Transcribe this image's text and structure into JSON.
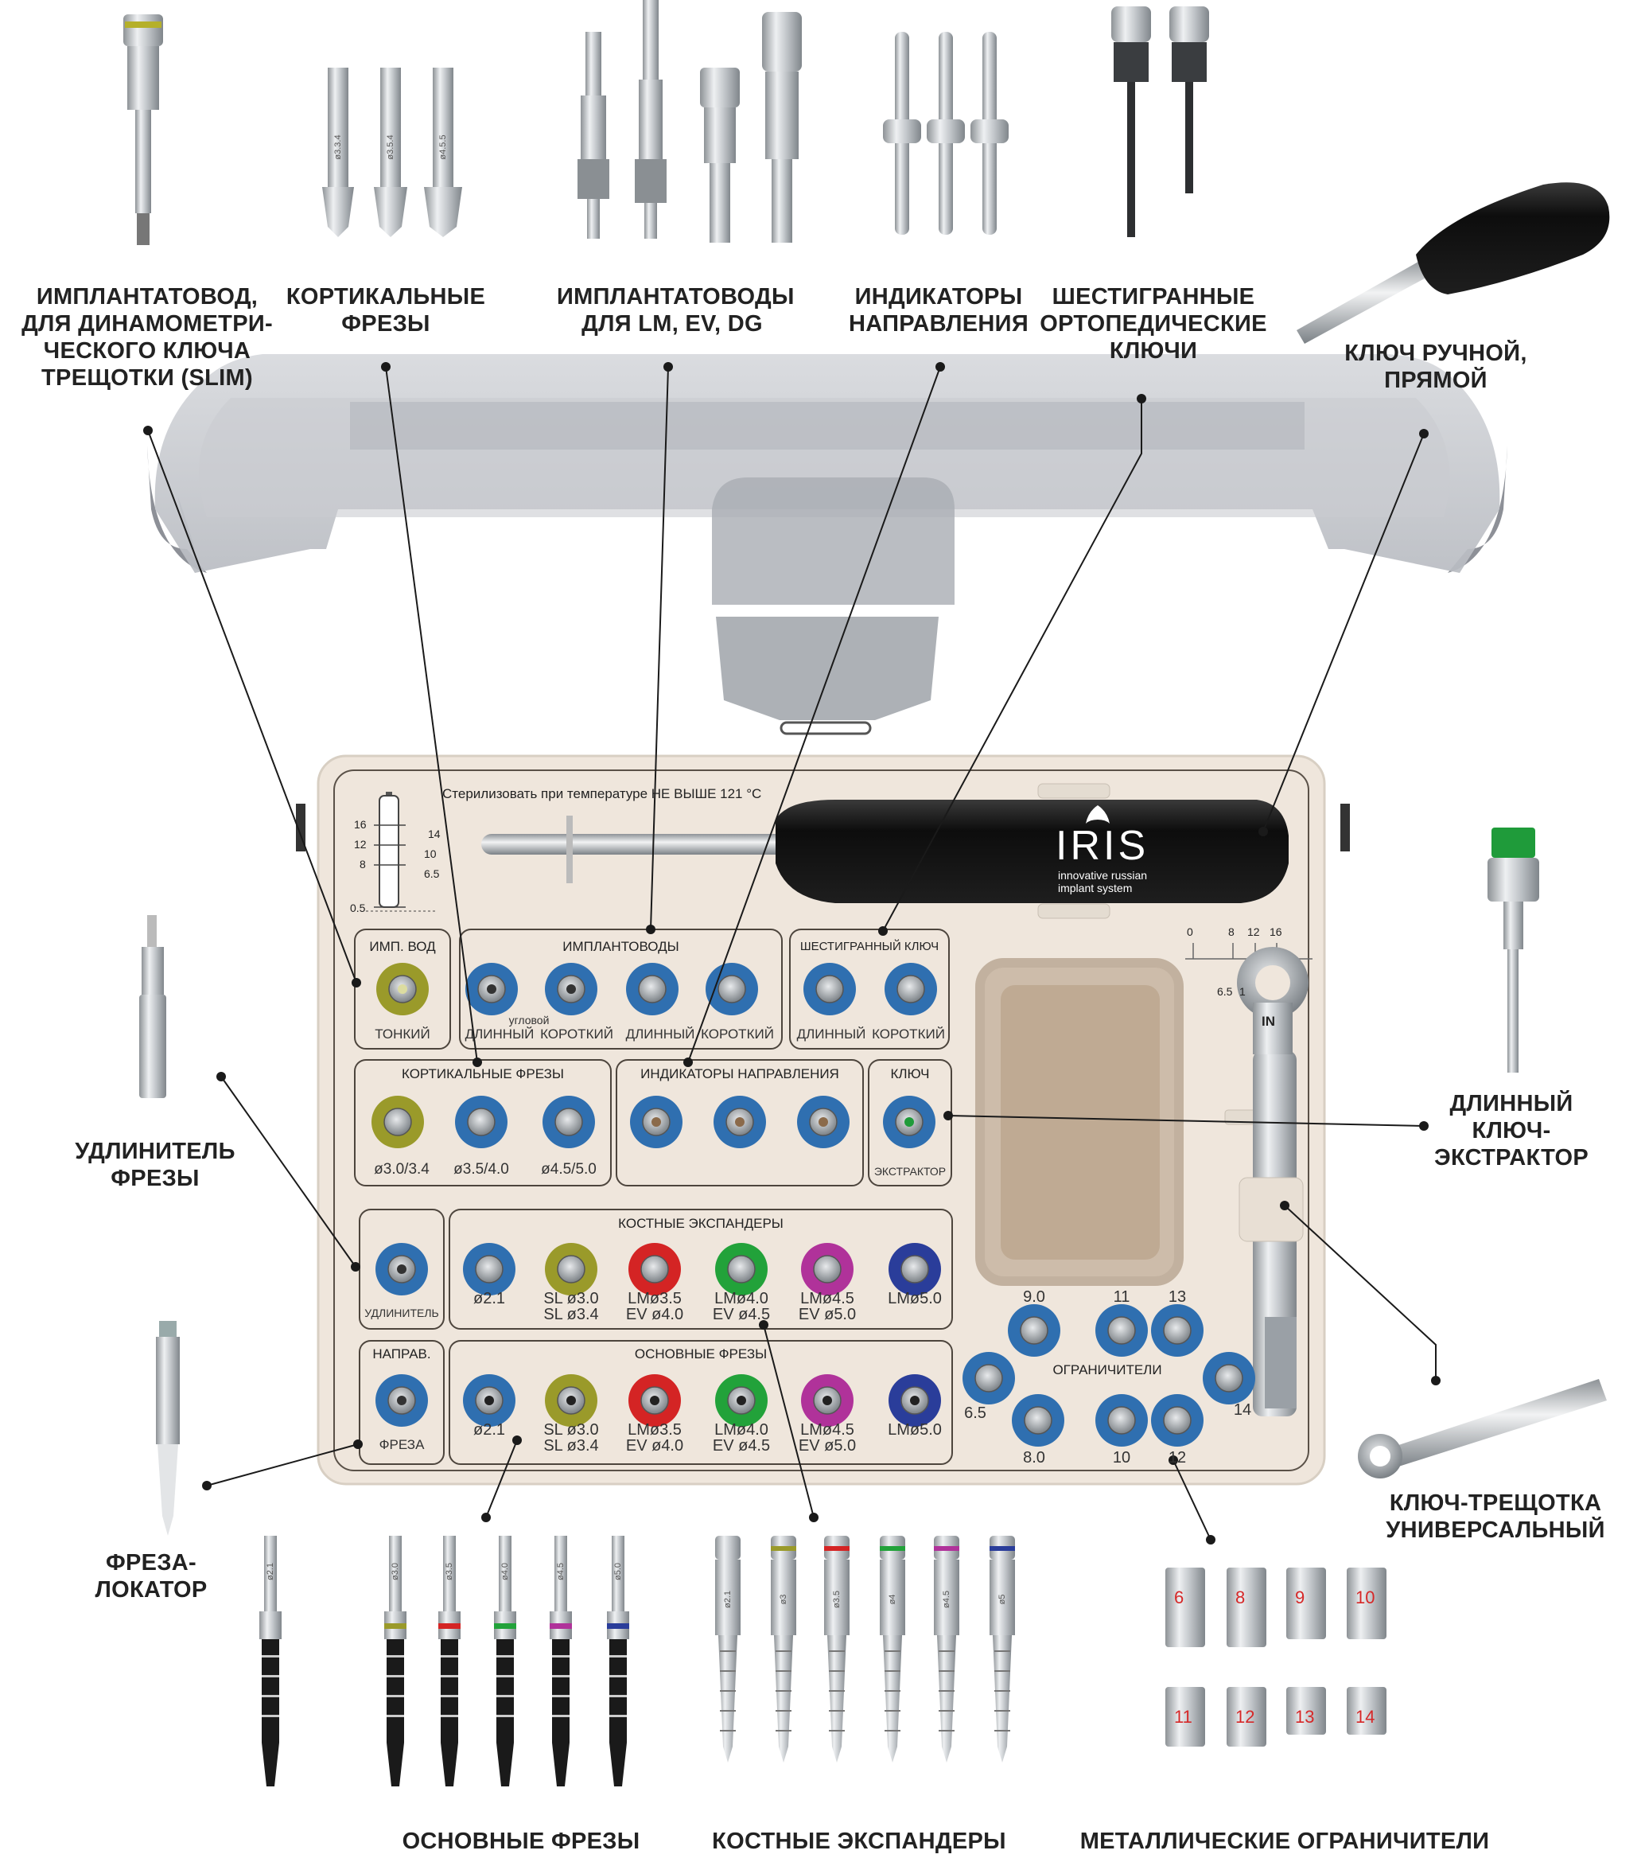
{
  "callouts": {
    "impl_slim": [
      "ИМПЛАНТАТОВОД,",
      "ДЛЯ ДИНАМОМЕТРИ-",
      "ЧЕСКОГО КЛЮЧА",
      "ТРЕЩОТКИ (SLIM)"
    ],
    "cortical": [
      "КОРТИКАЛЬНЫЕ",
      "ФРЕЗЫ"
    ],
    "impl_lm": [
      "ИМПЛАНТАТОВОДЫ",
      "ДЛЯ LM, EV, DG"
    ],
    "indicators": [
      "ИНДИКАТОРЫ",
      "НАПРАВЛЕНИЯ"
    ],
    "hex_keys": [
      "ШЕСТИГРАННЫЕ",
      "ОРТОПЕДИЧЕСКИЕ",
      "КЛЮЧИ"
    ],
    "hand_key": [
      "КЛЮЧ РУЧНОЙ,",
      "ПРЯМОЙ"
    ],
    "extender": [
      "УДЛИНИТЕЛЬ",
      "ФРЕЗЫ"
    ],
    "extractor": [
      "ДЛИННЫЙ",
      "КЛЮЧ-",
      "ЭКСТРАКТОР"
    ],
    "locator": [
      "ФРЕЗА-",
      "ЛОКАТОР"
    ],
    "ratchet": [
      "КЛЮЧ-ТРЕЩОТКА",
      "УНИВЕРСАЛЬНЫЙ"
    ],
    "main_drills": [
      "ОСНОВНЫЕ ФРЕЗЫ"
    ],
    "bone_expanders": [
      "КОСТНЫЕ ЭКСПАНДЕРЫ"
    ],
    "metal_stops": [
      "МЕТАЛЛИЧЕСКИЕ ОГРАНИЧИТЕЛИ"
    ]
  },
  "tray": {
    "sterilize": "Стерилизовать при температуре НЕ ВЫШЕ 121 °С",
    "brand": "IRIS",
    "tagline1": "innovative russian",
    "tagline2": "implant system",
    "depth_left": [
      "16",
      "12",
      "8",
      "0.5"
    ],
    "depth_right": [
      "14",
      "10",
      "6.5"
    ],
    "ratchet_scale": [
      "0",
      "8",
      "12",
      "16",
      "6.5",
      "1"
    ],
    "ratchet_in": "IN",
    "sections": {
      "imp_vod": {
        "title": "ИМП. ВОД",
        "labels": [
          "ТОНКИЙ"
        ]
      },
      "implantovody": {
        "title": "ИМПЛАНТОВОДЫ",
        "sub": "угловой",
        "labels": [
          "ДЛИННЫЙ",
          "КОРОТКИЙ",
          "ДЛИННЫЙ",
          "КОРОТКИЙ"
        ]
      },
      "hex": {
        "title": "ШЕСТИГРАННЫЙ КЛЮЧ",
        "labels": [
          "ДЛИННЫЙ",
          "КОРОТКИЙ"
        ]
      },
      "cortical": {
        "title": "КОРТИКАЛЬНЫЕ ФРЕЗЫ",
        "labels": [
          "ø3.0/3.4",
          "ø3.5/4.0",
          "ø4.5/5.0"
        ]
      },
      "indicators": {
        "title": "ИНДИКАТОРЫ НАПРАВЛЕНИЯ"
      },
      "key": {
        "title": "КЛЮЧ",
        "label": "ЭКСТРАКТОР"
      },
      "extender": {
        "label": "УДЛИНИТЕЛЬ"
      },
      "expanders": {
        "title": "КОСТНЫЕ ЭКСПАНДЕРЫ",
        "labels": [
          [
            "ø2.1"
          ],
          [
            "SL ø3.0",
            "SL ø3.4"
          ],
          [
            "LMø3.5",
            "EV ø4.0"
          ],
          [
            "LMø4.0",
            "EV ø4.5"
          ],
          [
            "LMø4.5",
            "EV ø5.0"
          ],
          [
            "LMø5.0"
          ]
        ]
      },
      "naprav": {
        "title": "НАПРАВ.",
        "label": "ФРЕЗА"
      },
      "main_drills": {
        "title": "ОСНОВНЫЕ ФРЕЗЫ",
        "labels": [
          [
            "ø2.1"
          ],
          [
            "SL ø3.0",
            "SL ø3.4"
          ],
          [
            "LMø3.5",
            "EV ø4.0"
          ],
          [
            "LMø4.0",
            "EV ø4.5"
          ],
          [
            "LMø4.5",
            "EV ø5.0"
          ],
          [
            "LMø5.0"
          ]
        ]
      },
      "stops": {
        "title": "ОГРАНИЧИТЕЛИ",
        "numbers": [
          "9.0",
          "11",
          "13",
          "6.5",
          "14",
          "8.0",
          "10",
          "12"
        ]
      }
    }
  },
  "tool_marks": {
    "cortical": [
      "ø3.3.4",
      "ø3.5.4",
      "ø4.5.5"
    ],
    "main_drills": [
      "ø2.1",
      "ø3.0",
      "ø3.5",
      "ø4.0",
      "ø4.5",
      "ø5.0"
    ],
    "expanders": [
      "ø2.1",
      "ø3",
      "ø3.5",
      "ø4",
      "ø4.5",
      "ø5"
    ],
    "stops": [
      "6",
      "8",
      "9",
      "10",
      "11",
      "12",
      "13",
      "14"
    ]
  },
  "colors": {
    "tray": "#efe6dc",
    "well_blue": "#2f6fb0",
    "olive": "#9a9a2a",
    "red": "#d42424",
    "green": "#22a23a",
    "purple": "#b0329a",
    "navy": "#2a3d9a",
    "stop_number": "#d62828",
    "extractor_cap": "#1f9b3a"
  }
}
